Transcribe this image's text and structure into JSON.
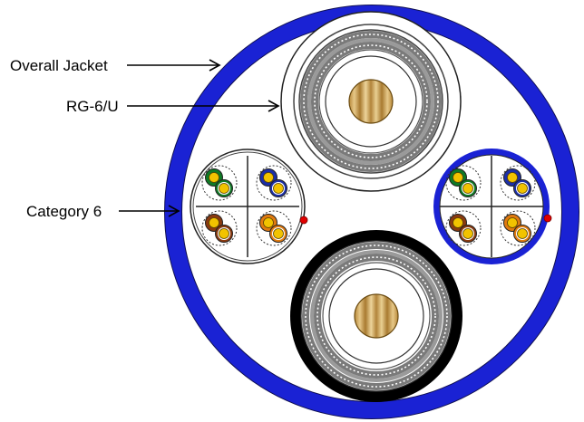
{
  "labels": {
    "jacket": "Overall Jacket",
    "rg6": "RG-6/U",
    "cat6": "Category 6"
  },
  "colors": {
    "jacket": "#1a22d4",
    "coax_jacket_black": "#000000",
    "conductor_gold": "#c9a050",
    "pair_blue": "#1c2fa8",
    "pair_green": "#0f7a26",
    "pair_orange": "#e07a10",
    "pair_brown": "#8a3a10",
    "insulation_yellow": "#f2c300",
    "ripcord_red": "#e00000"
  },
  "components": [
    "rg6-coax-white-jacket",
    "rg6-coax-black-jacket",
    "category6-cable-white-jacket",
    "category6-cable-blue-jacket"
  ]
}
